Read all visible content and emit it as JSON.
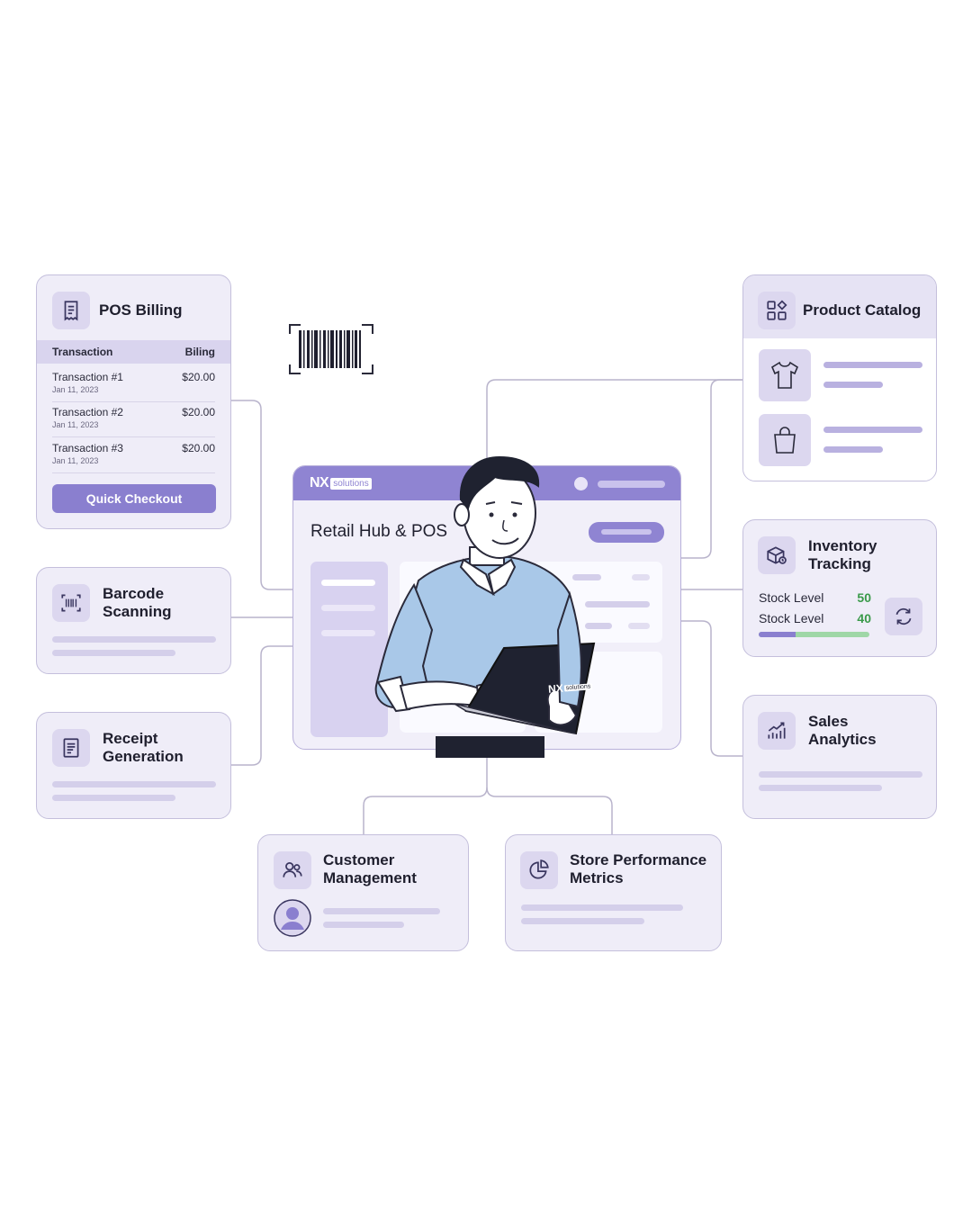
{
  "pos_billing": {
    "title": "POS Billing",
    "icon": "receipt-icon",
    "columns": [
      "Transaction",
      "Biling"
    ],
    "transactions": [
      {
        "name": "Transaction #1",
        "date": "Jan 11, 2023",
        "amount": "$20.00"
      },
      {
        "name": "Transaction #2",
        "date": "Jan 11, 2023",
        "amount": "$20.00"
      },
      {
        "name": "Transaction #3",
        "date": "Jan 11, 2023",
        "amount": "$20.00"
      }
    ],
    "button_label": "Quick Checkout"
  },
  "barcode_scanning": {
    "title_line1": "Barcode",
    "title_line2": "Scanning",
    "icon": "barcode-scan-icon"
  },
  "receipt_generation": {
    "title_line1": "Receipt",
    "title_line2": "Generation",
    "icon": "receipt-doc-icon"
  },
  "customer_management": {
    "title_line1": "Customer",
    "title_line2": "Management",
    "icon": "users-icon"
  },
  "store_performance": {
    "title_line1": "Store Performance",
    "title_line2": "Metrics",
    "icon": "pie-chart-icon"
  },
  "sales_analytics": {
    "title_line1": "Sales",
    "title_line2": "Analytics",
    "icon": "bar-chart-trend-icon"
  },
  "inventory_tracking": {
    "title_line1": "Inventory",
    "title_line2": "Tracking",
    "icon": "box-clock-icon",
    "rows": [
      {
        "label": "Stock Level",
        "value": "50"
      },
      {
        "label": "Stock Level",
        "value": "40"
      }
    ],
    "progress_fraction": 0.33
  },
  "product_catalog": {
    "title": "Product Catalog",
    "icon": "grid-shapes-icon",
    "items": [
      "tshirt-icon",
      "shopping-bag-icon"
    ]
  },
  "hub": {
    "brand": "NX",
    "brand_suffix": "solutions",
    "title": "Retail Hub & POS",
    "laptop_brand": "NX",
    "laptop_brand_suffix": "solutions"
  },
  "colors": {
    "accent": "#8f84d2",
    "card_bg": "#efedf8",
    "card_border": "#c4bfdc",
    "stock_value": "#3a9a4a",
    "shirt": "#a9c8e8"
  }
}
